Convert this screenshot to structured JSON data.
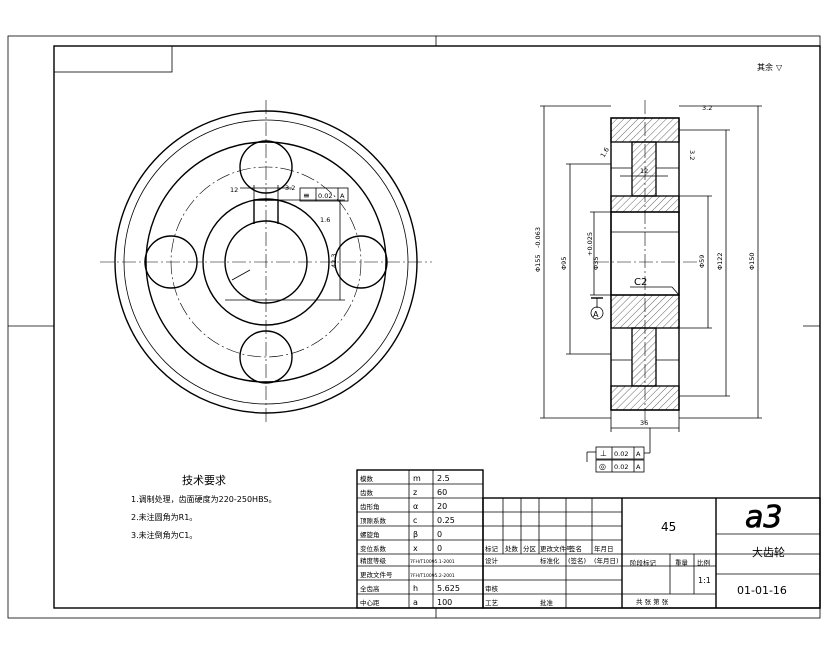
{
  "sheet": {
    "roughness_note": "其余",
    "checkmark": "▽",
    "material": "45",
    "scale": "1:1",
    "sheet_size": "a3",
    "part_name": "大齿轮",
    "drawing_number": "01-01-16",
    "sheet_info": "共 张 第 张"
  },
  "tech_requirements": {
    "title": "技术要求",
    "items": [
      "1.调制处理，齿面硬度为220-250HBS。",
      "2.未注圆角为R1。",
      "3.未注倒角为C1。"
    ]
  },
  "params": [
    {
      "name": "模数",
      "sym": "m",
      "val": "2.5"
    },
    {
      "name": "齿数",
      "sym": "z",
      "val": "60"
    },
    {
      "name": "齿形角",
      "sym": "α",
      "val": "20"
    },
    {
      "name": "顶隙系数",
      "sym": "c",
      "val": "0.25"
    },
    {
      "name": "螺旋角",
      "sym": "β",
      "val": "0"
    },
    {
      "name": "变位系数",
      "sym": "x",
      "val": "0"
    },
    {
      "name": "精度等级",
      "sym": "7FH/T10095.1-2001",
      "val": ""
    },
    {
      "name": "更改文件号",
      "sym": "7FH/T10095.2-2001",
      "val": ""
    },
    {
      "name": "全齿高",
      "sym": "h",
      "val": "5.625"
    },
    {
      "name": "中心距",
      "sym": "a",
      "val": "100"
    }
  ],
  "title_block": {
    "revision_headers": [
      "标记",
      "处数",
      "分区",
      "更改文件号",
      "签名",
      "年月日"
    ],
    "design": "设计",
    "standardize": "标准化",
    "sign": "(签名)",
    "date": "(年月日)",
    "review": "审核",
    "process": "工艺",
    "approve": "批准",
    "stage_mark": "阶段标记",
    "weight": "重量",
    "ratio": "比例"
  },
  "dimensions": {
    "keyway_width": "12",
    "keyway_depth": "42.3",
    "bore_dia": "Φ35",
    "bore_tol": "+0.025",
    "tip_dia": "Φ155",
    "tip_tol": "-0.063",
    "d_95": "Φ95",
    "d_59": "Φ59",
    "d_122": "Φ122",
    "d_150": "Φ150",
    "width": "36",
    "hub_width": "12",
    "chamfer": "C2",
    "datum": "A",
    "roughness_a": "3.2",
    "roughness_b": "1.6"
  },
  "tolerances": [
    {
      "symbol": "⊥",
      "value": "0.02",
      "datum": "A"
    },
    {
      "symbol": "◎",
      "value": "0.02",
      "datum": "A"
    }
  ],
  "key_tolerance": {
    "symbol": "≡",
    "value": "0.02",
    "datum": "A"
  }
}
